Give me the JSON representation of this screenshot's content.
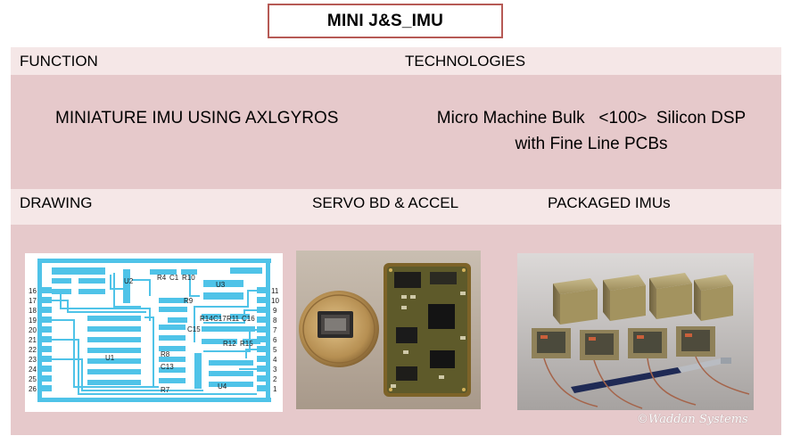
{
  "title": "MINI  J&S_IMU",
  "sections": {
    "function_label": "FUNCTION",
    "technologies_label": "TECHNOLOGIES",
    "function_text": "MINIATURE IMU USING AXLGYROS",
    "technologies_line1": "Micro Machine Bulk   <100>  Silicon DSP",
    "technologies_line2": "with Fine Line PCBs",
    "drawing_label": "DRAWING",
    "servo_label": "SERVO BD & ACCEL",
    "packaged_label": "PACKAGED IMUs"
  },
  "drawing": {
    "pins_left": [
      "16",
      "17",
      "18",
      "19",
      "20",
      "21",
      "22",
      "23",
      "24",
      "25",
      "26"
    ],
    "pins_right": [
      "11",
      "10",
      "9",
      "8",
      "7",
      "6",
      "5",
      "4",
      "3",
      "2",
      "1"
    ],
    "component_labels": [
      "U2",
      "R4",
      "C1",
      "R10",
      "U3",
      "R9",
      "R14",
      "C17",
      "R11",
      "C16",
      "C15",
      "R12",
      "R15",
      "U1",
      "R8",
      "C13",
      "U4",
      "R7"
    ]
  },
  "watermark": "©Waddan Systems",
  "colors": {
    "band_light": "#f5e7e7",
    "band_dark": "#e6c9cb",
    "title_border": "#b65a55",
    "pcb_trace": "#4fc3e8"
  }
}
